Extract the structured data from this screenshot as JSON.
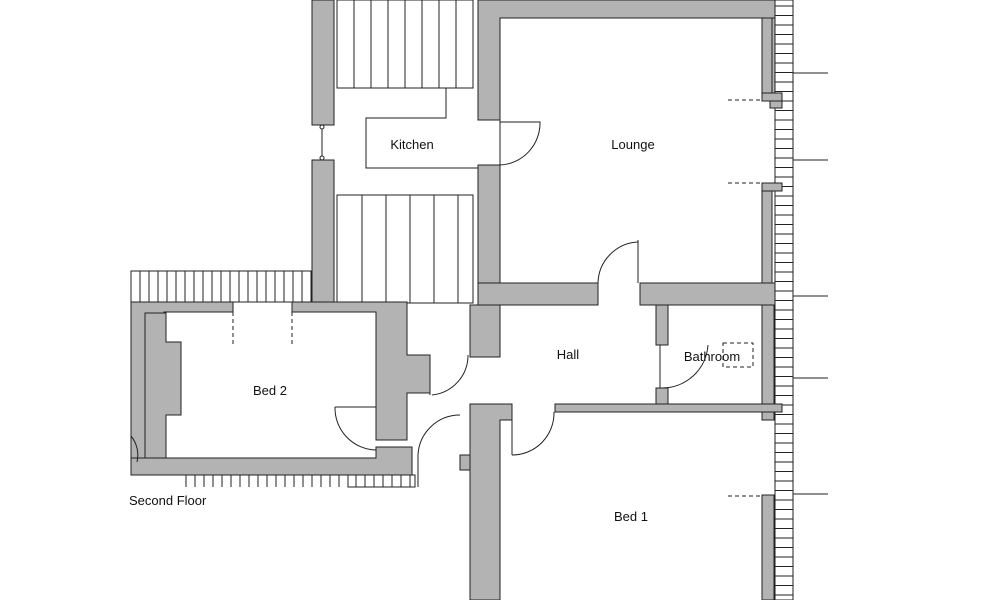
{
  "floor_label": "Second Floor",
  "rooms": {
    "kitchen": "Kitchen",
    "lounge": "Lounge",
    "hall": "Hall",
    "bathroom": "Bathroom",
    "bed2": "Bed 2",
    "bed1": "Bed 1"
  },
  "colors": {
    "wall_fill": "#b3b3b3",
    "line": "#222222",
    "background": "#ffffff"
  }
}
